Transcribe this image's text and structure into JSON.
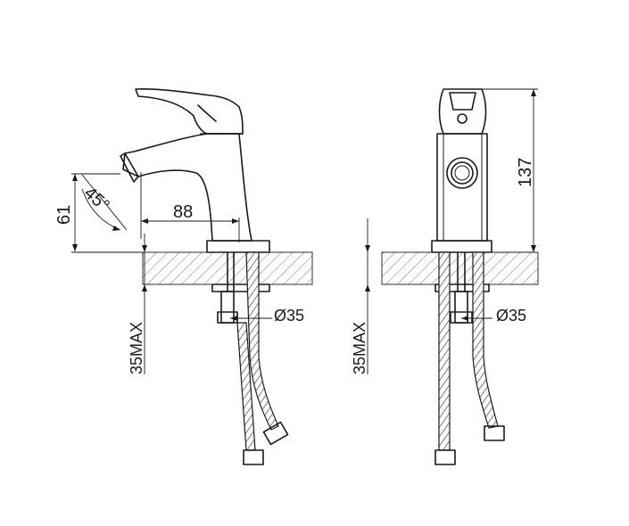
{
  "dimensions": {
    "side_view": {
      "angle": "45°",
      "height": "61",
      "reach": "88",
      "hole_diameter": "Ø35",
      "max_thickness": "35MAX"
    },
    "front_view": {
      "total_height": "137",
      "hole_diameter": "Ø35",
      "max_thickness": "35MAX"
    }
  }
}
